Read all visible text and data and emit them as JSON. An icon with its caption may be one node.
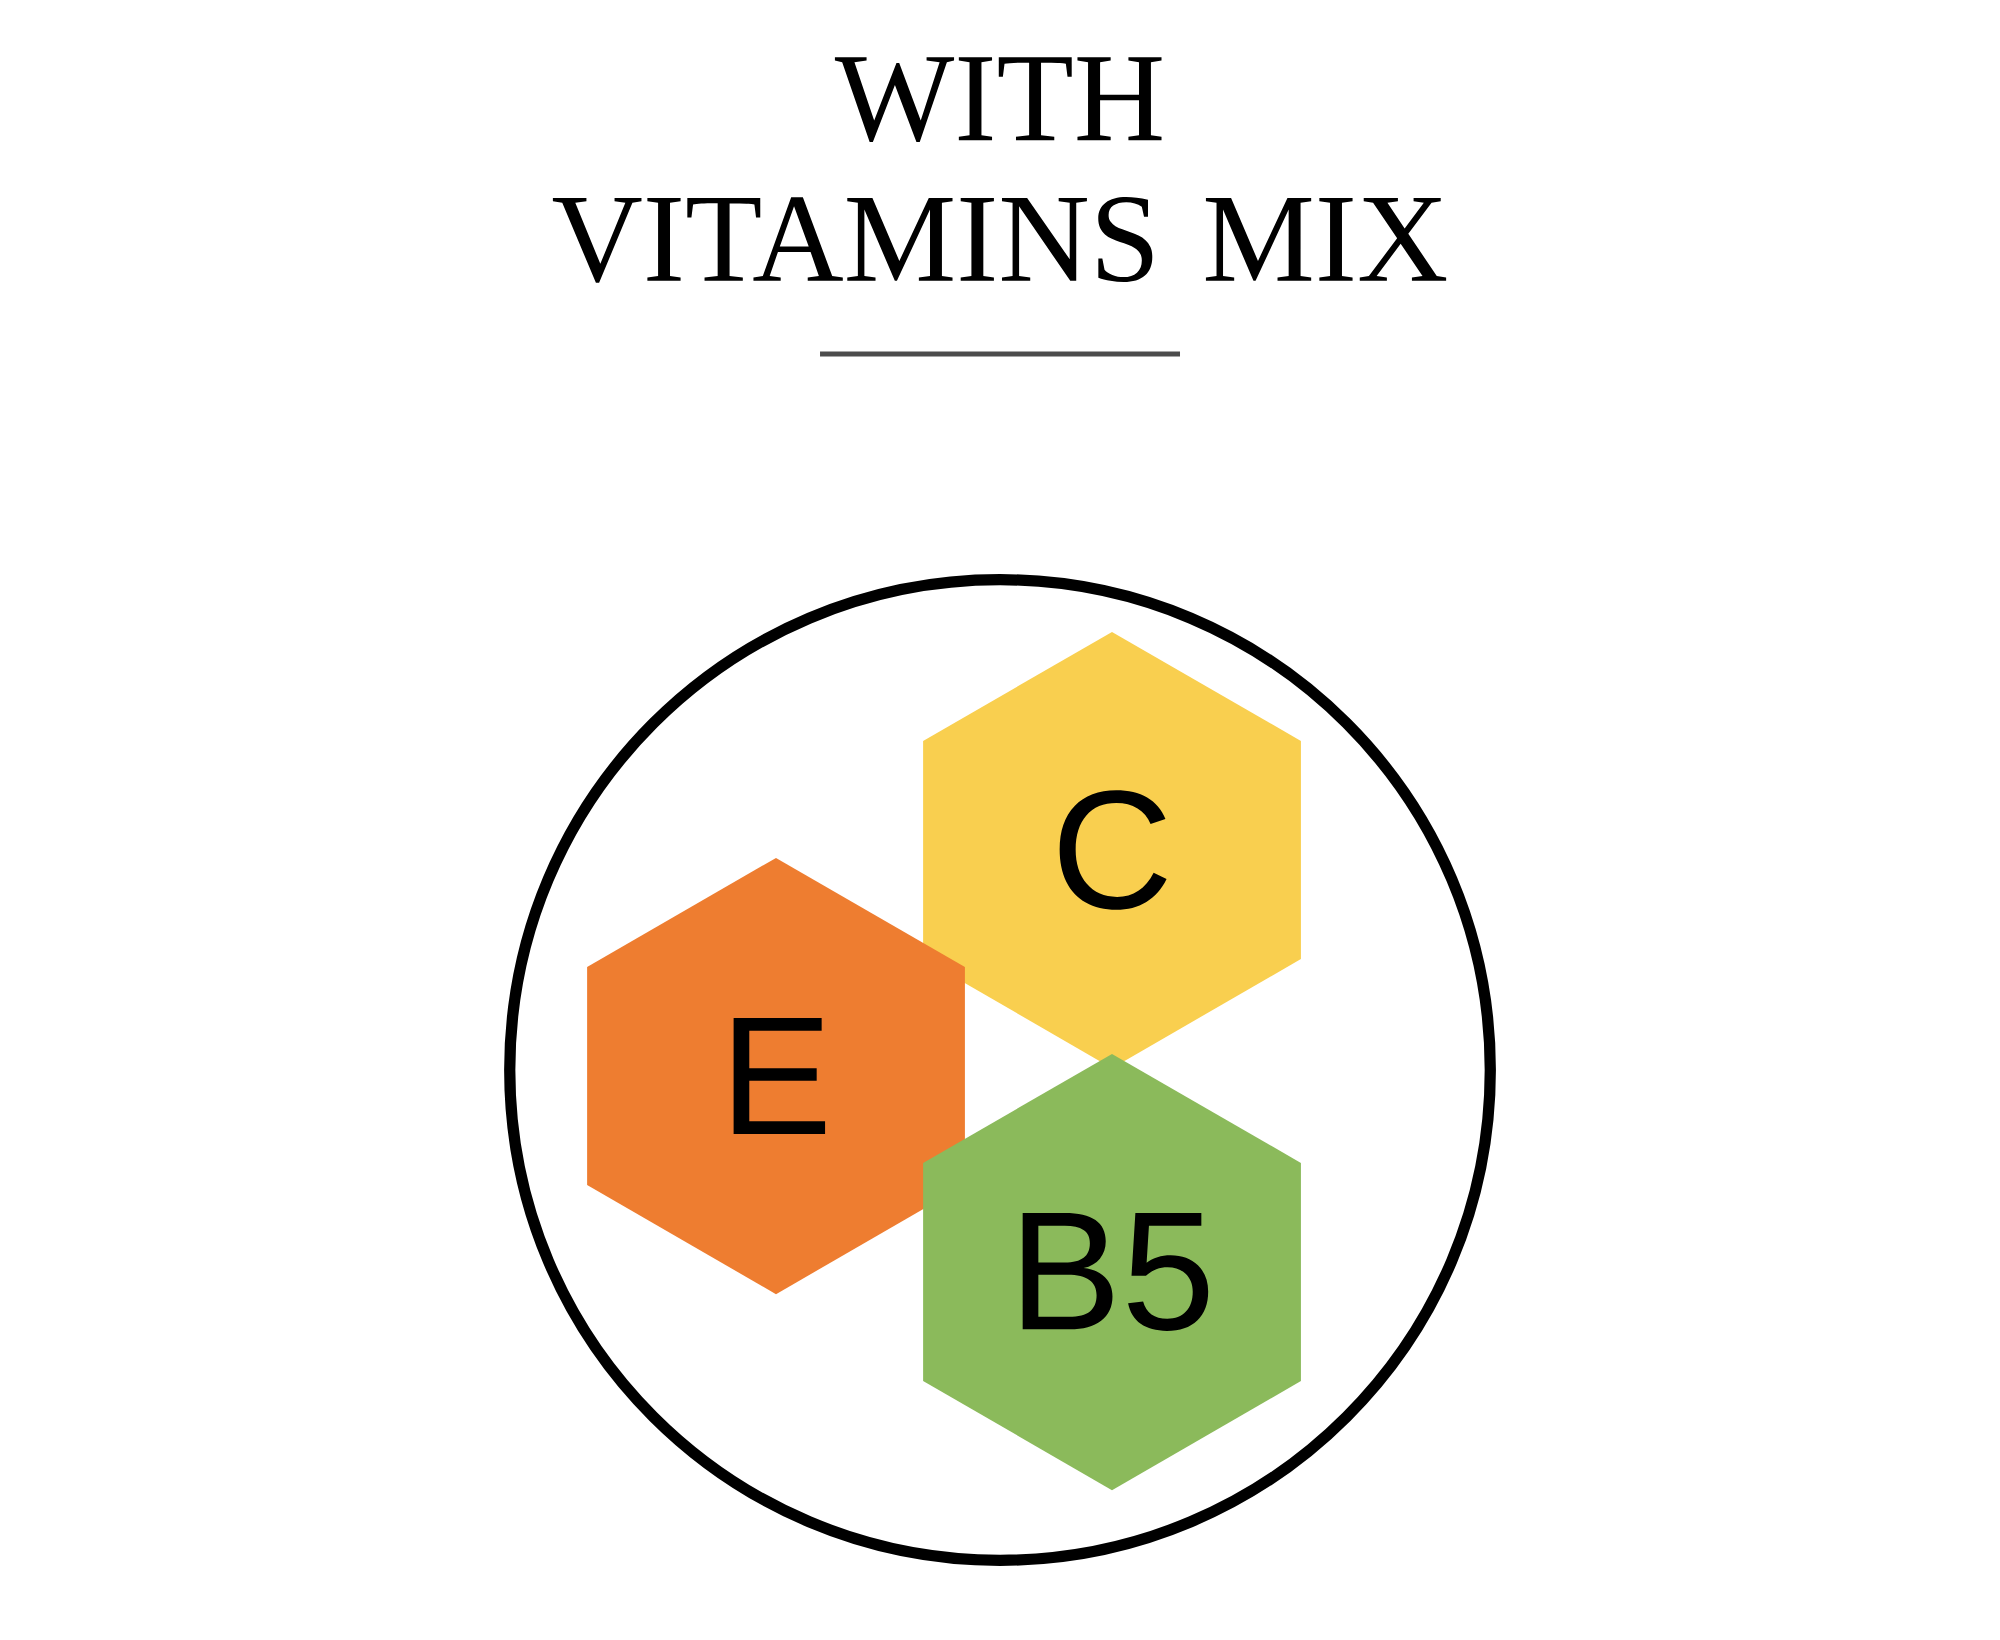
{
  "diagram": {
    "title": "WITH VITAMINS MIX",
    "nodes": [
      {
        "text": [],
        "shape": "circle"
      },
      {
        "text": [
          "C"
        ],
        "in": 0
      },
      {
        "text": [
          "E"
        ],
        "in": 0
      },
      {
        "text": [
          "B5"
        ],
        "in": 0
      }
    ]
  }
}
